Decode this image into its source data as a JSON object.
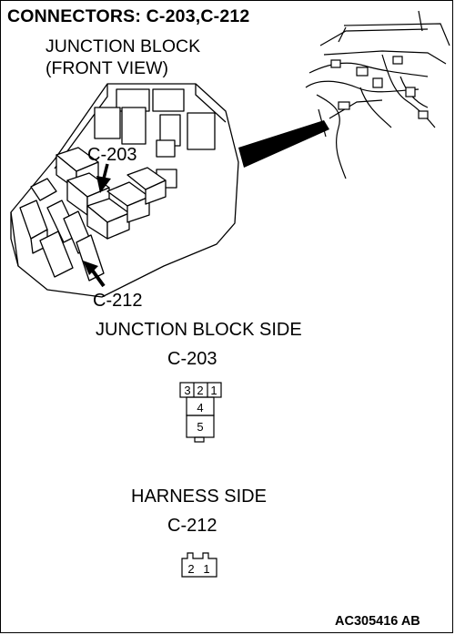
{
  "title": "CONNECTORS: C-203,C-212",
  "subtitle_line1": "JUNCTION BLOCK",
  "subtitle_line2": "(FRONT VIEW)",
  "callouts": {
    "c203": "C-203",
    "c212": "C-212"
  },
  "junction_block_side": {
    "heading": "JUNCTION BLOCK SIDE",
    "connector": "C-203",
    "pins": [
      "3",
      "2",
      "1",
      "4",
      "5"
    ]
  },
  "harness_side": {
    "heading": "HARNESS SIDE",
    "connector": "C-212",
    "pins": [
      "2",
      "1"
    ]
  },
  "figure_code": "AC305416 AB"
}
